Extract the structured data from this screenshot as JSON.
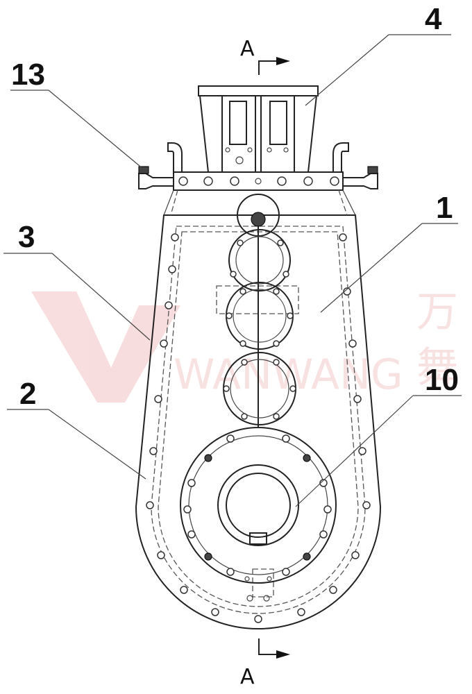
{
  "labels": {
    "l1": "1",
    "l2": "2",
    "l3": "3",
    "l4": "4",
    "l10": "10",
    "l13": "13"
  },
  "section": {
    "top": "A",
    "bottom": "A"
  },
  "watermark": {
    "brand": "WANWANG",
    "char1": "万",
    "char2": "舞"
  },
  "colors": {
    "line": "#222222",
    "watermark": "#e8a0a0"
  }
}
